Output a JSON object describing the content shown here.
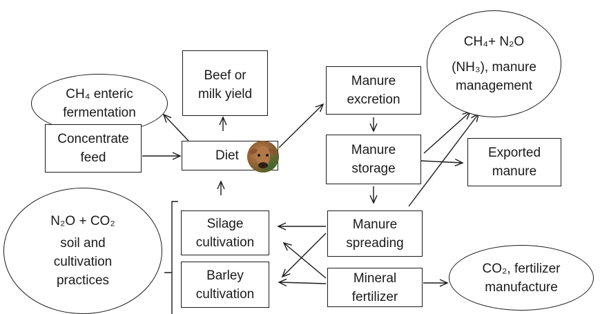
{
  "nodes": {
    "ch4_enteric": {
      "line1": "CH₄ enteric",
      "line2": "fermentation"
    },
    "beef_milk": {
      "line1": "Beef or",
      "line2": "milk yield"
    },
    "manure_excretion": {
      "line1": "Manure",
      "line2": "excretion"
    },
    "ch4_n2o_manure": {
      "line1": "CH₄+ N₂O",
      "line2": "(NH₃), manure",
      "line3": "management"
    },
    "concentrate_feed": {
      "line1": "Concentrate",
      "line2": "feed"
    },
    "diet": {
      "line1": "Diet"
    },
    "manure_storage": {
      "line1": "Manure",
      "line2": "storage"
    },
    "exported_manure": {
      "line1": "Exported",
      "line2": "manure"
    },
    "n2o_co2_soil": {
      "line1": "N₂O + CO₂",
      "line2": "soil and",
      "line3": "cultivation",
      "line4": "practices"
    },
    "silage": {
      "line1": "Silage",
      "line2": "cultivation"
    },
    "manure_spreading": {
      "line1": "Manure",
      "line2": "spreading"
    },
    "barley": {
      "line1": "Barley",
      "line2": "cultivation"
    },
    "mineral_fertilizer": {
      "line1": "Mineral",
      "line2": "fertilizer"
    },
    "co2_fertilizer": {
      "line1": "CO₂, fertilizer",
      "line2": "manufacture"
    }
  },
  "icons": {
    "cow": "cow-photo-icon"
  },
  "colors": {
    "stroke": "#1a1a1a",
    "background": "#ffffff"
  }
}
